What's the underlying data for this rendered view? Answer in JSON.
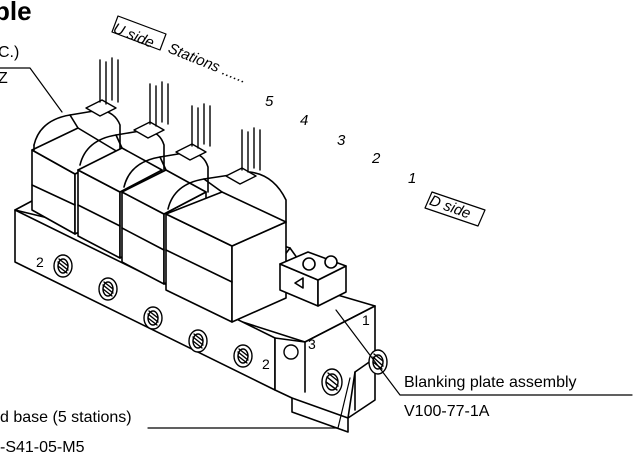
{
  "heading_fragment": "ple",
  "callouts": {
    "top_left_line1": "C.)",
    "top_left_line2": "Z",
    "blanking_plate_name": "Blanking plate assembly",
    "blanking_plate_part": "V100-77-1A",
    "base_name": "d base (5 stations)",
    "base_part": "-S41-05-M5"
  },
  "orientation": {
    "u_side": "U side",
    "stations_label": "Stations ......",
    "station_numbers": [
      "5",
      "4",
      "3",
      "2",
      "1"
    ],
    "d_side": "D side"
  },
  "port_labels": {
    "left_port": "2",
    "front_port": "2",
    "end_port_3": "3",
    "end_port_1": "1"
  }
}
